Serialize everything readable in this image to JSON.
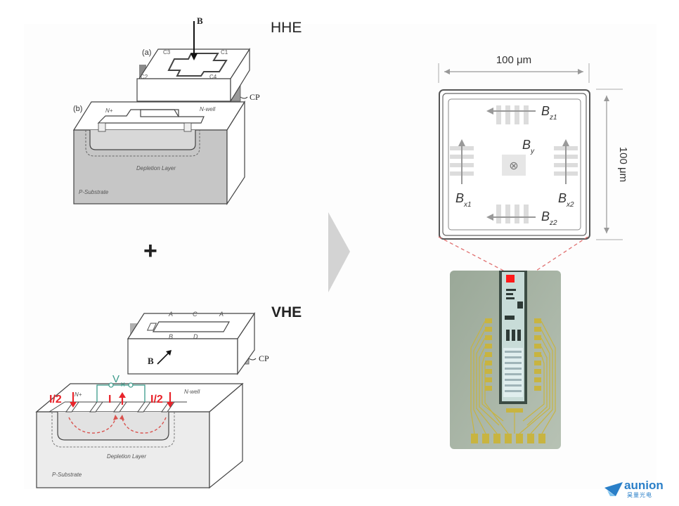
{
  "hhe": {
    "title": "HHE",
    "sub_a_label": "(a)",
    "sub_b_label": "(b)",
    "field_label": "B",
    "contacts": [
      "C3",
      "C1",
      "C2",
      "C4"
    ],
    "cp_label": "CP",
    "nplus_label": "N+",
    "nwell_label": "N-well",
    "depletion_label": "Depletion Layer",
    "substrate_label": "P-Substrate"
  },
  "plus_sign": "+",
  "vhe": {
    "title": "VHE",
    "top_contacts": [
      "A",
      "C",
      "A"
    ],
    "bottom_contacts": [
      "B",
      "D"
    ],
    "field_label": "B",
    "cp_label": "CP",
    "voltage_label": "V",
    "voltage_sub": "H",
    "current_left": "I/2",
    "current_center": "I",
    "current_right": "I/2",
    "nplus_label": "N+",
    "nwell_label": "N-well",
    "depletion_label": "Depletion Layer",
    "substrate_label": "P-Substrate"
  },
  "layout_sensor": {
    "width_label": "100 μm",
    "height_label": "100 μm",
    "labels": {
      "bz1": {
        "main": "B",
        "sub": "z1"
      },
      "bz2": {
        "main": "B",
        "sub": "z2"
      },
      "bx1": {
        "main": "B",
        "sub": "x1"
      },
      "bx2": {
        "main": "B",
        "sub": "x2"
      },
      "by": {
        "main": "B",
        "sub": "y"
      }
    },
    "center_symbol": "⊗"
  },
  "chip_photo": {
    "description": "die micrograph with highlighted sensor"
  },
  "logo": {
    "name": "aunion",
    "subtitle": "昊量光电"
  },
  "colors": {
    "accent_red": "#e8242b",
    "voltage_teal": "#3a9a8a",
    "arrow_gray": "#d3d3d3",
    "logo_blue": "#2a7fc8"
  }
}
